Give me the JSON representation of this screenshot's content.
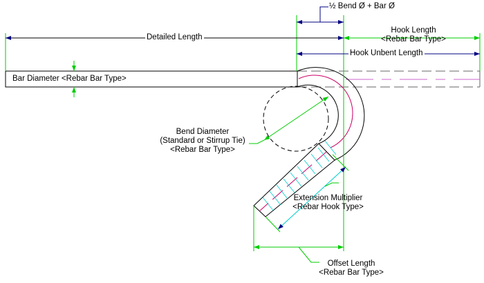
{
  "colors": {
    "dimension_line": "#000080",
    "extension_line": "#00cc00",
    "bar_outline": "#000000",
    "hook_centerline": "#cc0066",
    "hidden_line": "#666666",
    "extension_marks": "#00cccc",
    "arrowhead": "#000000"
  },
  "labels": {
    "half_bend_plus_bar": "½ Bend Ø + Bar Ø",
    "detailed_length": "Detailed Length",
    "hook_length_line1": "Hook Length",
    "hook_length_line2": "<Rebar Bar Type>",
    "hook_unbent_length": "Hook Unbent Length",
    "bar_diameter": "Bar Diameter <Rebar Bar Type>",
    "bend_diameter_line1": "Bend Diameter",
    "bend_diameter_line2": "(Standard or Stirrup Tie)",
    "bend_diameter_line3": "<Rebar Bar Type>",
    "extension_multiplier_line1": "Extension Multiplier",
    "extension_multiplier_line2": "<Rebar Hook Type>",
    "offset_length_line1": "Offset Length",
    "offset_length_line2": "<Rebar Bar Type>"
  }
}
